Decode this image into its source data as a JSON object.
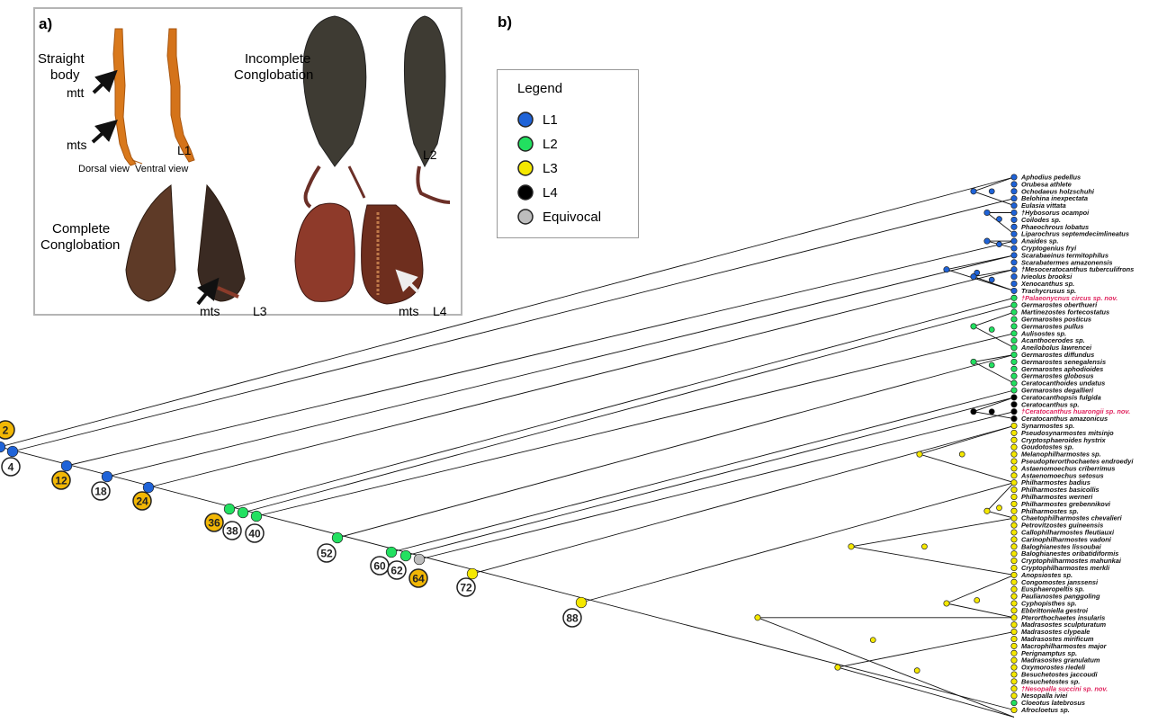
{
  "panel_a": {
    "letter": "a)",
    "labels": {
      "straight_body": "Straight\nbody",
      "mtt": "mtt",
      "mts_l1": "mts",
      "dorsal_view": "Dorsal view",
      "ventral_view": "Ventral view",
      "l1": "L1",
      "incomplete": "Incomplete\nConglobation",
      "l2": "L2",
      "complete": "Complete\nConglobation",
      "mts_l3": "mts",
      "l3": "L3",
      "mts_l4": "mts",
      "l4": "L4"
    }
  },
  "panel_b": {
    "letter": "b)",
    "legend": {
      "title": "Legend",
      "items": [
        {
          "label": "L1",
          "color": "#1f63d8"
        },
        {
          "label": "L2",
          "color": "#22e060"
        },
        {
          "label": "L3",
          "color": "#f5e800"
        },
        {
          "label": "L4",
          "color": "#000000"
        },
        {
          "label": "Equivocal",
          "color": "#bdbdbd"
        }
      ]
    },
    "node_numbers": [
      {
        "n": "2",
        "fill": "#f2b705"
      },
      {
        "n": "4",
        "fill": "#ffffff"
      },
      {
        "n": "12",
        "fill": "#f2b705"
      },
      {
        "n": "18",
        "fill": "#ffffff"
      },
      {
        "n": "24",
        "fill": "#f2b705"
      },
      {
        "n": "36",
        "fill": "#f2b705"
      },
      {
        "n": "38",
        "fill": "#ffffff"
      },
      {
        "n": "40",
        "fill": "#ffffff"
      },
      {
        "n": "52",
        "fill": "#ffffff"
      },
      {
        "n": "60",
        "fill": "#ffffff"
      },
      {
        "n": "62",
        "fill": "#ffffff"
      },
      {
        "n": "64",
        "fill": "#f2b705"
      },
      {
        "n": "72",
        "fill": "#ffffff"
      },
      {
        "n": "88",
        "fill": "#ffffff"
      }
    ],
    "taxa": [
      {
        "name": "Aphodius pedellus",
        "state": "L1"
      },
      {
        "name": "Orubesa athlete",
        "state": "L1"
      },
      {
        "name": "Ochodaeus holzschuhi",
        "state": "L1"
      },
      {
        "name": "Belohina inexpectata",
        "state": "L1"
      },
      {
        "name": "Eulasia vittata",
        "state": "L1"
      },
      {
        "name": "Hybosorus ocampoi",
        "state": "L1",
        "fossil": true
      },
      {
        "name": "Coilodes sp.",
        "state": "L1"
      },
      {
        "name": "Phaeochrous lobatus",
        "state": "L1"
      },
      {
        "name": "Liparochrus septemdecimlineatus",
        "state": "L1"
      },
      {
        "name": "Anaides sp.",
        "state": "L1"
      },
      {
        "name": "Cryptogenius fryi",
        "state": "L1"
      },
      {
        "name": "Scarabaeinus termitophilus",
        "state": "L1"
      },
      {
        "name": "Scarabatermes amazonensis",
        "state": "L1"
      },
      {
        "name": "Mesoceratocanthus tuberculifrons",
        "state": "L1",
        "fossil": true
      },
      {
        "name": "Ivieolus brooksi",
        "state": "L1"
      },
      {
        "name": "Xenocanthus sp.",
        "state": "L1"
      },
      {
        "name": "Trachycrusus sp.",
        "state": "L1"
      },
      {
        "name": "Palaeonycnus circus sp. nov.",
        "state": "L2",
        "new": true
      },
      {
        "name": "Germarostes oberthueri",
        "state": "L2"
      },
      {
        "name": "Martinezostes fortecostatus",
        "state": "L2"
      },
      {
        "name": "Germarostes posticus",
        "state": "L2"
      },
      {
        "name": "Germarostes pullus",
        "state": "L2"
      },
      {
        "name": "Aulisostes sp.",
        "state": "L2"
      },
      {
        "name": "Acanthocerodes sp.",
        "state": "L2"
      },
      {
        "name": "Aneilobolus lawrencei",
        "state": "L2"
      },
      {
        "name": "Germarostes diffundus",
        "state": "L2"
      },
      {
        "name": "Germarostes senegalensis",
        "state": "L2"
      },
      {
        "name": "Germarostes aphodioides",
        "state": "L2"
      },
      {
        "name": "Germarostes globosus",
        "state": "L2"
      },
      {
        "name": "Ceratocanthoides undatus",
        "state": "L2"
      },
      {
        "name": "Germarostes degallieri",
        "state": "L2"
      },
      {
        "name": "Ceratocanthopsis fulgida",
        "state": "L4"
      },
      {
        "name": "Ceratocanthus sp.",
        "state": "L4"
      },
      {
        "name": "Ceratocanthus huarongii sp. nov.",
        "state": "L4",
        "new": true
      },
      {
        "name": "Ceratocanthus amazonicus",
        "state": "L4"
      },
      {
        "name": "Synarmostes sp.",
        "state": "L3"
      },
      {
        "name": "Pseudosynarmostes mitsinjo",
        "state": "L3"
      },
      {
        "name": "Cryptosphaeroides hystrix",
        "state": "L3"
      },
      {
        "name": "Goudotostes sp.",
        "state": "L3"
      },
      {
        "name": "Melanophilharmostes sp.",
        "state": "L3"
      },
      {
        "name": "Pseudopterorthochaetes endroedyi",
        "state": "L3"
      },
      {
        "name": "Astaenomoechus criberrimus",
        "state": "L3"
      },
      {
        "name": "Astaenomoechus setosus",
        "state": "L3"
      },
      {
        "name": "Philharmostes badius",
        "state": "L3"
      },
      {
        "name": "Philharmostes basicollis",
        "state": "L3"
      },
      {
        "name": "Philharmostes werneri",
        "state": "L3"
      },
      {
        "name": "Philharmostes grebennikovi",
        "state": "L3"
      },
      {
        "name": "Philharmostes sp.",
        "state": "L3"
      },
      {
        "name": "Chaetophilharmostes chevalieri",
        "state": "L3"
      },
      {
        "name": "Petrovitzostes guineensis",
        "state": "L3"
      },
      {
        "name": "Callophilharmostes fleutiauxi",
        "state": "L3"
      },
      {
        "name": "Carinophilharmostes vadoni",
        "state": "L3"
      },
      {
        "name": "Baloghianestes lissoubai",
        "state": "L3"
      },
      {
        "name": "Baloghianestes oribatidiformis",
        "state": "L3"
      },
      {
        "name": "Cryptophilharmostes mahunkai",
        "state": "L3"
      },
      {
        "name": "Cryptophilharmostes merkli",
        "state": "L3"
      },
      {
        "name": "Anopsiostes sp.",
        "state": "L3"
      },
      {
        "name": "Congomostes janssensi",
        "state": "L3"
      },
      {
        "name": "Eusphaeropeltis sp.",
        "state": "L3"
      },
      {
        "name": "Paulianostes panggoling",
        "state": "L3"
      },
      {
        "name": "Cyphopisthes sp.",
        "state": "L3"
      },
      {
        "name": "Ebbrittoniella gestroi",
        "state": "L3"
      },
      {
        "name": "Pterorthochaetes insularis",
        "state": "L3"
      },
      {
        "name": "Madrasostes sculpturatum",
        "state": "L3"
      },
      {
        "name": "Madrasostes clypeale",
        "state": "L3"
      },
      {
        "name": "Madrasostes mirificum",
        "state": "L3"
      },
      {
        "name": "Macrophilharmostes major",
        "state": "L3"
      },
      {
        "name": "Perignamptus sp.",
        "state": "L3"
      },
      {
        "name": "Madrasostes granulatum",
        "state": "L3"
      },
      {
        "name": "Oxymorostes riedeli",
        "state": "L3"
      },
      {
        "name": "Besuchetostes jaccoudi",
        "state": "L3"
      },
      {
        "name": "Besuchetostes sp.",
        "state": "L3"
      },
      {
        "name": "Nesopalla succini sp. nov.",
        "state": "L3",
        "new": true
      },
      {
        "name": "Nesopalla iviei",
        "state": "L3"
      },
      {
        "name": "Cloeotus latebrosus",
        "state": "L2"
      },
      {
        "name": "Afrocloetus sp.",
        "state": "L3"
      }
    ]
  }
}
